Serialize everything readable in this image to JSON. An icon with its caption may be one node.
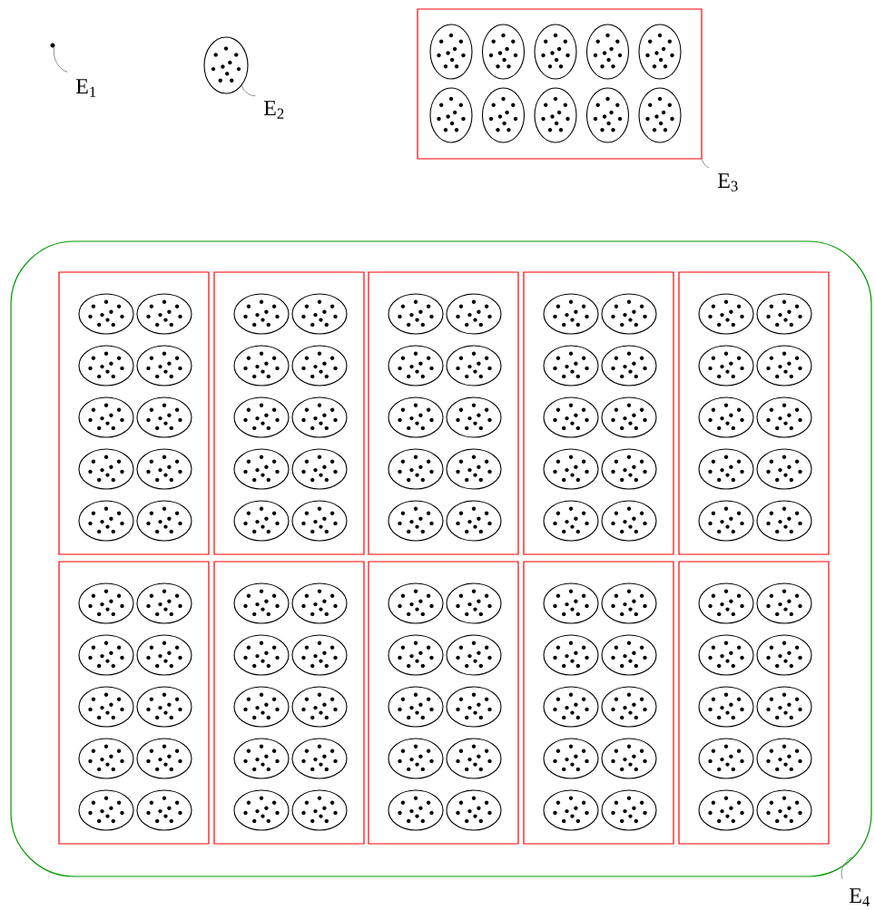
{
  "diagram": {
    "nodes": [
      {
        "text": [],
        "shape": "circle"
      },
      {
        "text": [
          "E$_{1}$"
        ]
      },
      {
        "text": [],
        "shape": "ellipse"
      },
      {
        "text": [
          "E$_{2}$"
        ]
      },
      {
        "text": [],
        "shape": "box"
      },
      {
        "text": [
          "E$_{3}$"
        ]
      },
      {
        "text": [],
        "shape": "box"
      },
      {
        "text": [
          "E$_{4}$"
        ]
      }
    ],
    "edges": [
      {
        "from": 1,
        "to": 0,
        "arrow": "none"
      },
      {
        "from": 3,
        "to": 2,
        "arrow": "none"
      },
      {
        "from": 5,
        "to": 4,
        "arrow": "none"
      },
      {
        "from": 7,
        "to": 6,
        "arrow": "none"
      }
    ]
  }
}
